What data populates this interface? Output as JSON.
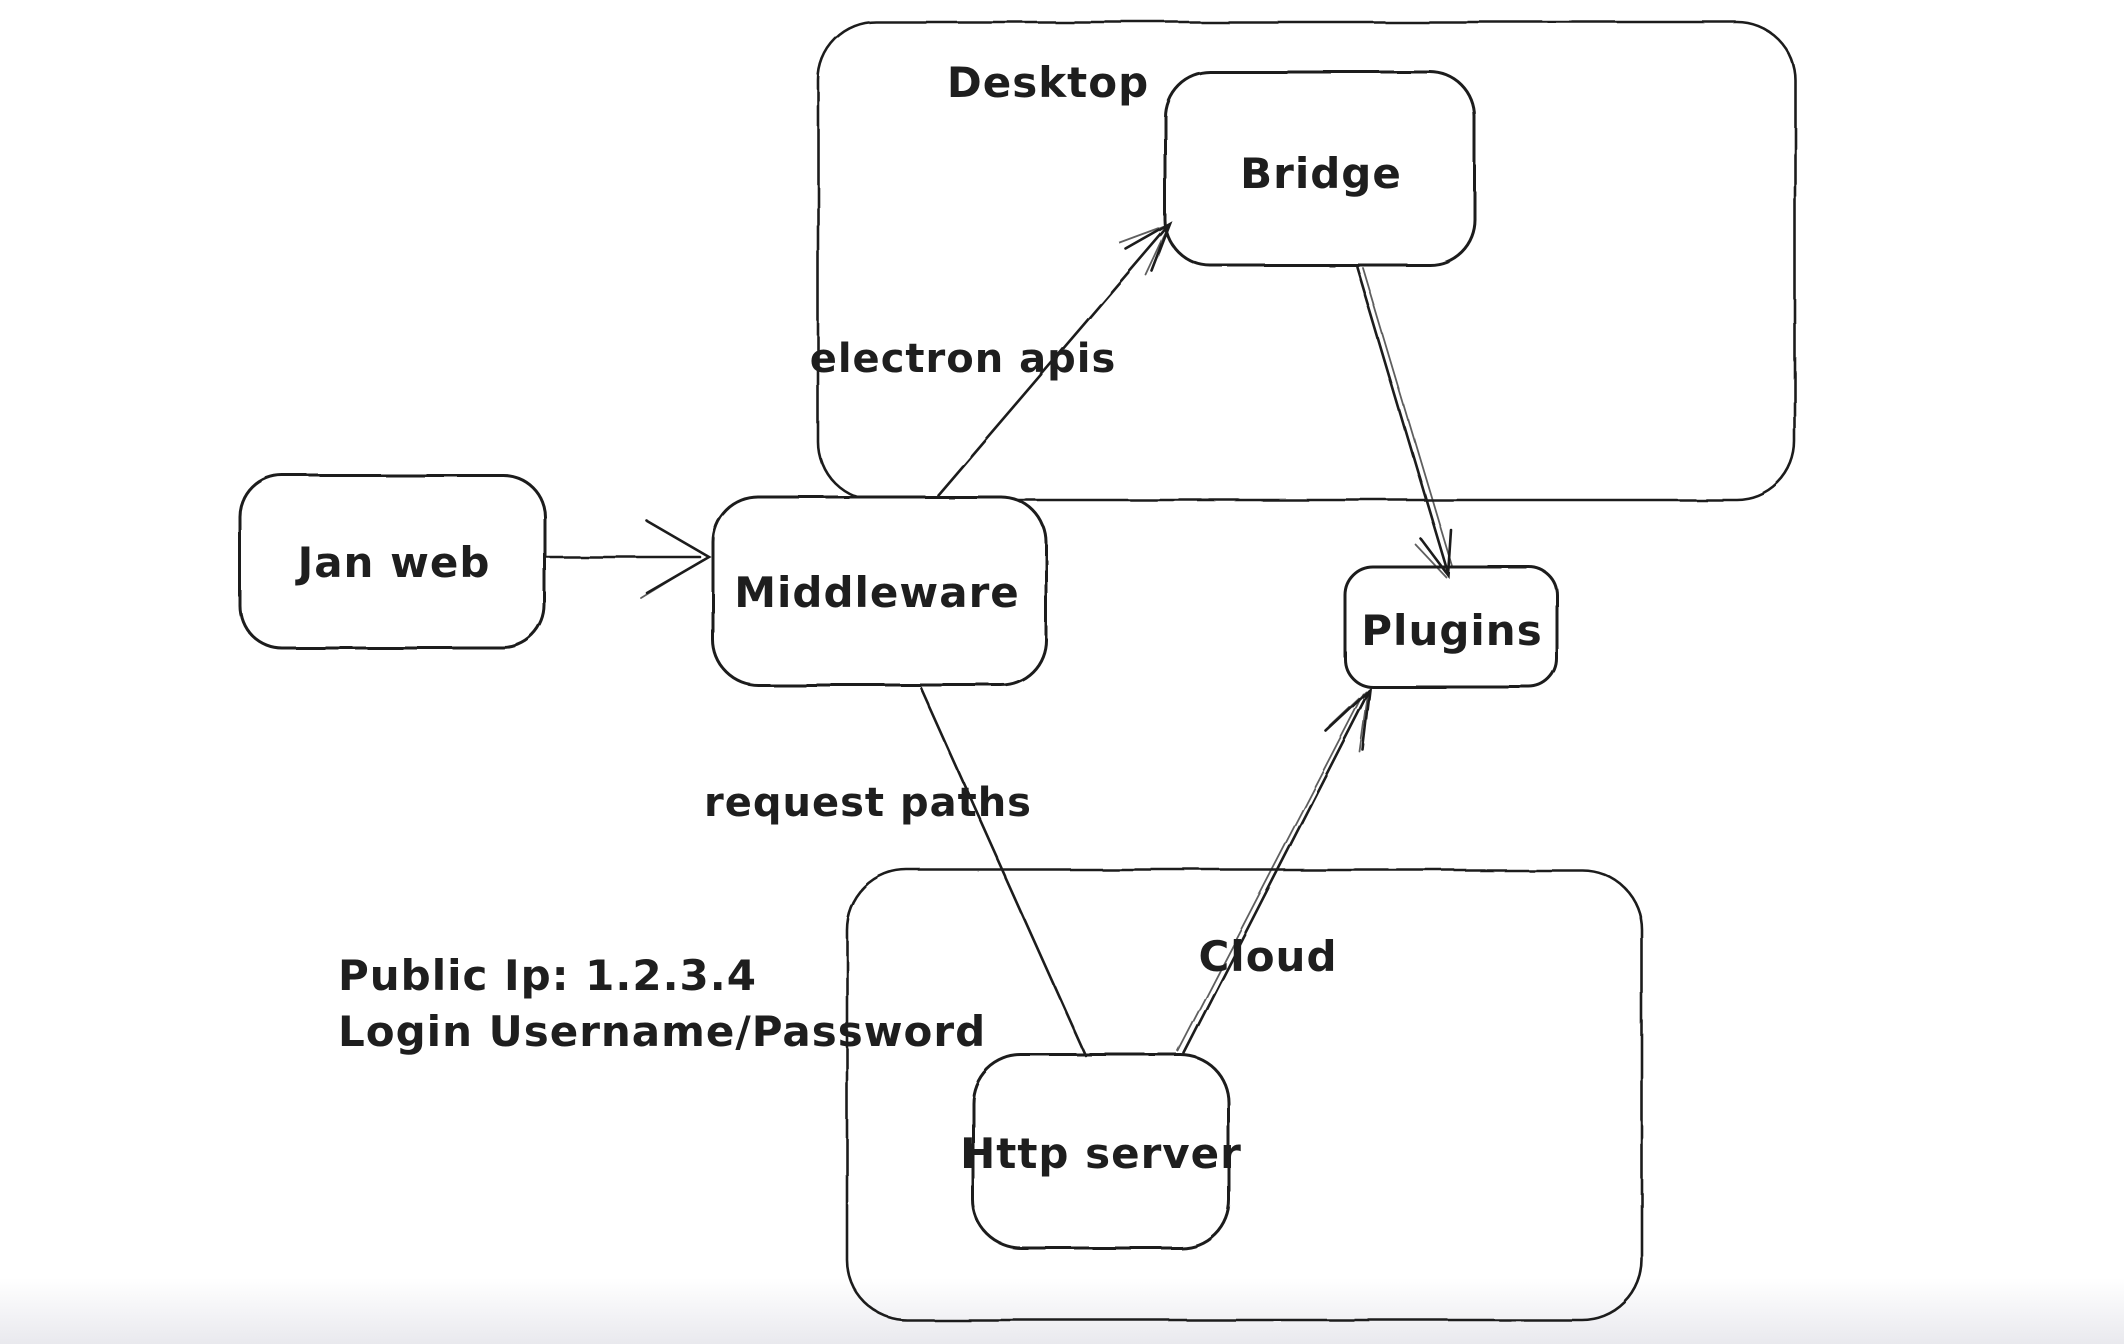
{
  "canvas": {
    "background": "#ffffff",
    "ink": "#1e1e1e",
    "bottom_fade": "#e9e9ee"
  },
  "containers": [
    {
      "id": "desktop",
      "label": "Desktop"
    },
    {
      "id": "cloud",
      "label": "Cloud"
    }
  ],
  "nodes": [
    {
      "id": "jan-web",
      "label": "Jan web"
    },
    {
      "id": "middleware",
      "label": "Middleware"
    },
    {
      "id": "bridge",
      "label": "Bridge"
    },
    {
      "id": "plugins",
      "label": "Plugins"
    },
    {
      "id": "http-server",
      "label": "Http server"
    }
  ],
  "edges": [
    {
      "id": "jan-web->middleware",
      "label": ""
    },
    {
      "id": "middleware->bridge",
      "label": "electron apis"
    },
    {
      "id": "bridge->plugins",
      "label": ""
    },
    {
      "id": "middleware->http-server",
      "label": "request paths"
    },
    {
      "id": "http-server->plugins",
      "label": ""
    }
  ],
  "annotations": [
    {
      "text": "Public Ip: 1.2.3.4"
    },
    {
      "text": "Login Username/Password"
    }
  ]
}
